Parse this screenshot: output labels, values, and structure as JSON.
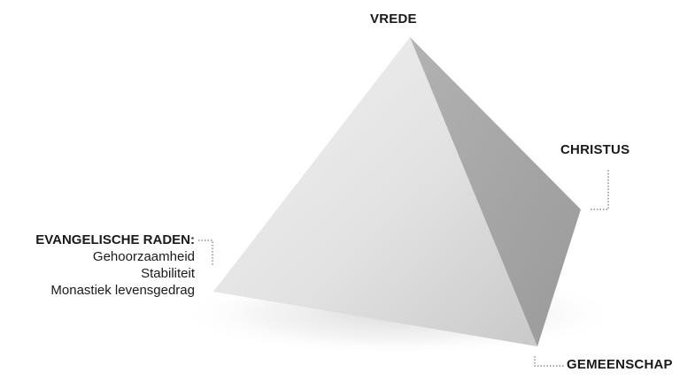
{
  "diagram": {
    "labels": {
      "top": "VREDE",
      "right": "CHRISTUS",
      "bottom": "GEMEENSCHAP",
      "left": {
        "heading": "EVANGELISCHE RADEN:",
        "items": [
          "Gehoorzaamheid",
          "Stabiliteit",
          "Monastiek levensgedrag"
        ]
      }
    },
    "colors": {
      "left_face_light": "#eeeeee",
      "left_face_dark": "#cfcfcf",
      "right_face": "#a6a6a6",
      "shadow": "#d8d8d8",
      "text": "#1a1a1a",
      "leader": "#555555"
    }
  }
}
